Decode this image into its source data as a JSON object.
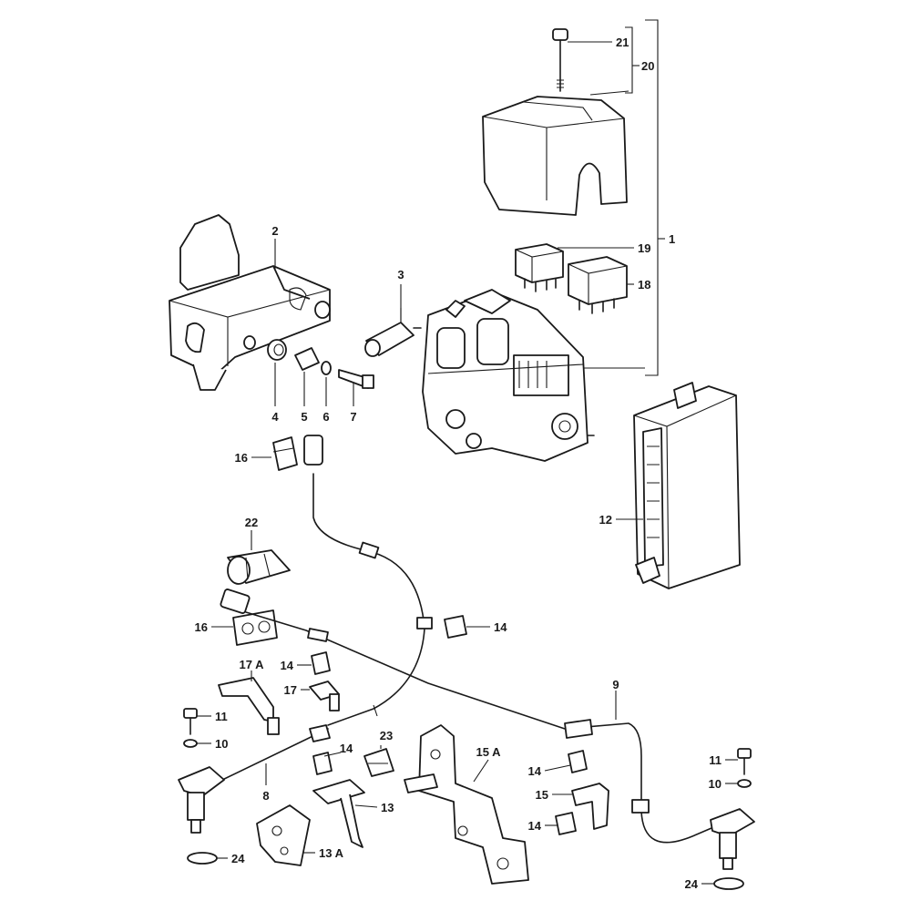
{
  "labels": [
    {
      "id": "lbl-1",
      "text": "1"
    },
    {
      "id": "lbl-2",
      "text": "2"
    },
    {
      "id": "lbl-3",
      "text": "3"
    },
    {
      "id": "lbl-4",
      "text": "4"
    },
    {
      "id": "lbl-5",
      "text": "5"
    },
    {
      "id": "lbl-6",
      "text": "6"
    },
    {
      "id": "lbl-7",
      "text": "7"
    },
    {
      "id": "lbl-8",
      "text": "8"
    },
    {
      "id": "lbl-9",
      "text": "9"
    },
    {
      "id": "lbl-10a",
      "text": "10"
    },
    {
      "id": "lbl-10b",
      "text": "10"
    },
    {
      "id": "lbl-11a",
      "text": "11"
    },
    {
      "id": "lbl-11b",
      "text": "11"
    },
    {
      "id": "lbl-12",
      "text": "12"
    },
    {
      "id": "lbl-13",
      "text": "13"
    },
    {
      "id": "lbl-13a",
      "text": "13 A"
    },
    {
      "id": "lbl-14a",
      "text": "14"
    },
    {
      "id": "lbl-14b",
      "text": "14"
    },
    {
      "id": "lbl-14c",
      "text": "14"
    },
    {
      "id": "lbl-14d",
      "text": "14"
    },
    {
      "id": "lbl-14e",
      "text": "14"
    },
    {
      "id": "lbl-15",
      "text": "15"
    },
    {
      "id": "lbl-15a",
      "text": "15 A"
    },
    {
      "id": "lbl-16a",
      "text": "16"
    },
    {
      "id": "lbl-16b",
      "text": "16"
    },
    {
      "id": "lbl-17",
      "text": "17"
    },
    {
      "id": "lbl-17a",
      "text": "17 A"
    },
    {
      "id": "lbl-18",
      "text": "18"
    },
    {
      "id": "lbl-19",
      "text": "19"
    },
    {
      "id": "lbl-20",
      "text": "20"
    },
    {
      "id": "lbl-21",
      "text": "21"
    },
    {
      "id": "lbl-22",
      "text": "22"
    },
    {
      "id": "lbl-23",
      "text": "23"
    },
    {
      "id": "lbl-24a",
      "text": "24"
    },
    {
      "id": "lbl-24b",
      "text": "24"
    }
  ]
}
